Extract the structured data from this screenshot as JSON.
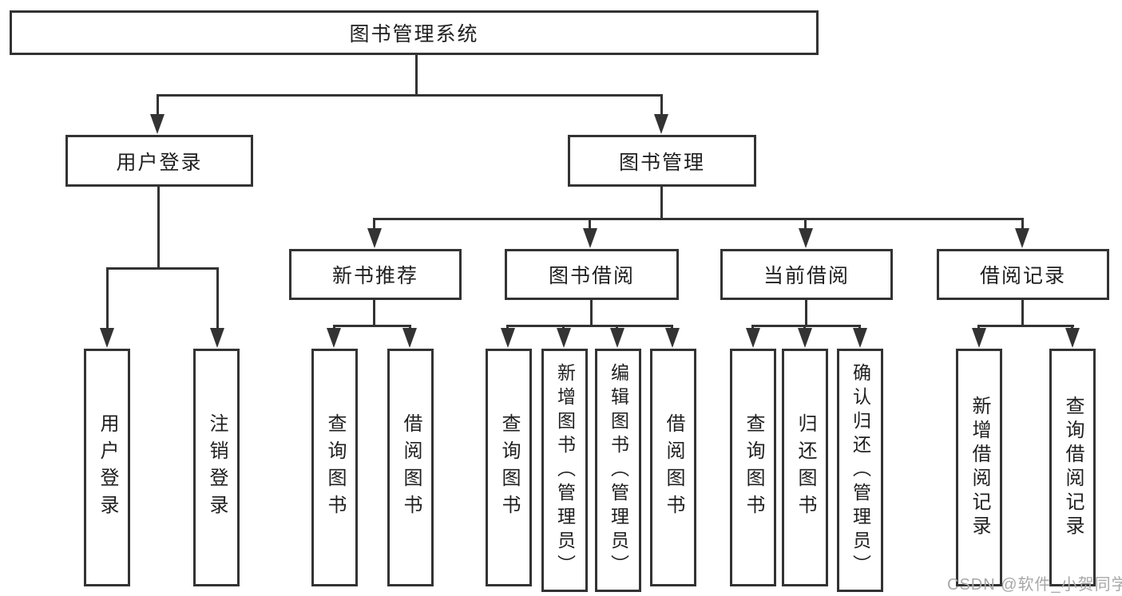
{
  "root": {
    "label": "图书管理系统",
    "children": [
      {
        "label": "用户登录",
        "children": [
          {
            "label": "用户登录"
          },
          {
            "label": "注销登录"
          }
        ]
      },
      {
        "label": "图书管理",
        "children": [
          {
            "label": "新书推荐",
            "children": [
              {
                "label": "查询图书"
              },
              {
                "label": "借阅图书"
              }
            ]
          },
          {
            "label": "图书借阅",
            "children": [
              {
                "label": "查询图书"
              },
              {
                "label": "新增图书（管理员）"
              },
              {
                "label": "编辑图书（管理员）"
              },
              {
                "label": "借阅图书"
              }
            ]
          },
          {
            "label": "当前借阅",
            "children": [
              {
                "label": "查询图书"
              },
              {
                "label": "归还图书"
              },
              {
                "label": "确认归还（管理员）"
              }
            ]
          },
          {
            "label": "借阅记录",
            "children": [
              {
                "label": "新增借阅记录"
              },
              {
                "label": "查询借阅记录"
              }
            ]
          }
        ]
      }
    ]
  },
  "watermark": "CSDN @软件_小贺同学",
  "colors": {
    "line": "#333333",
    "text": "#1f1f1f",
    "watermark": "#a8a8a8",
    "background": "#ffffff"
  }
}
